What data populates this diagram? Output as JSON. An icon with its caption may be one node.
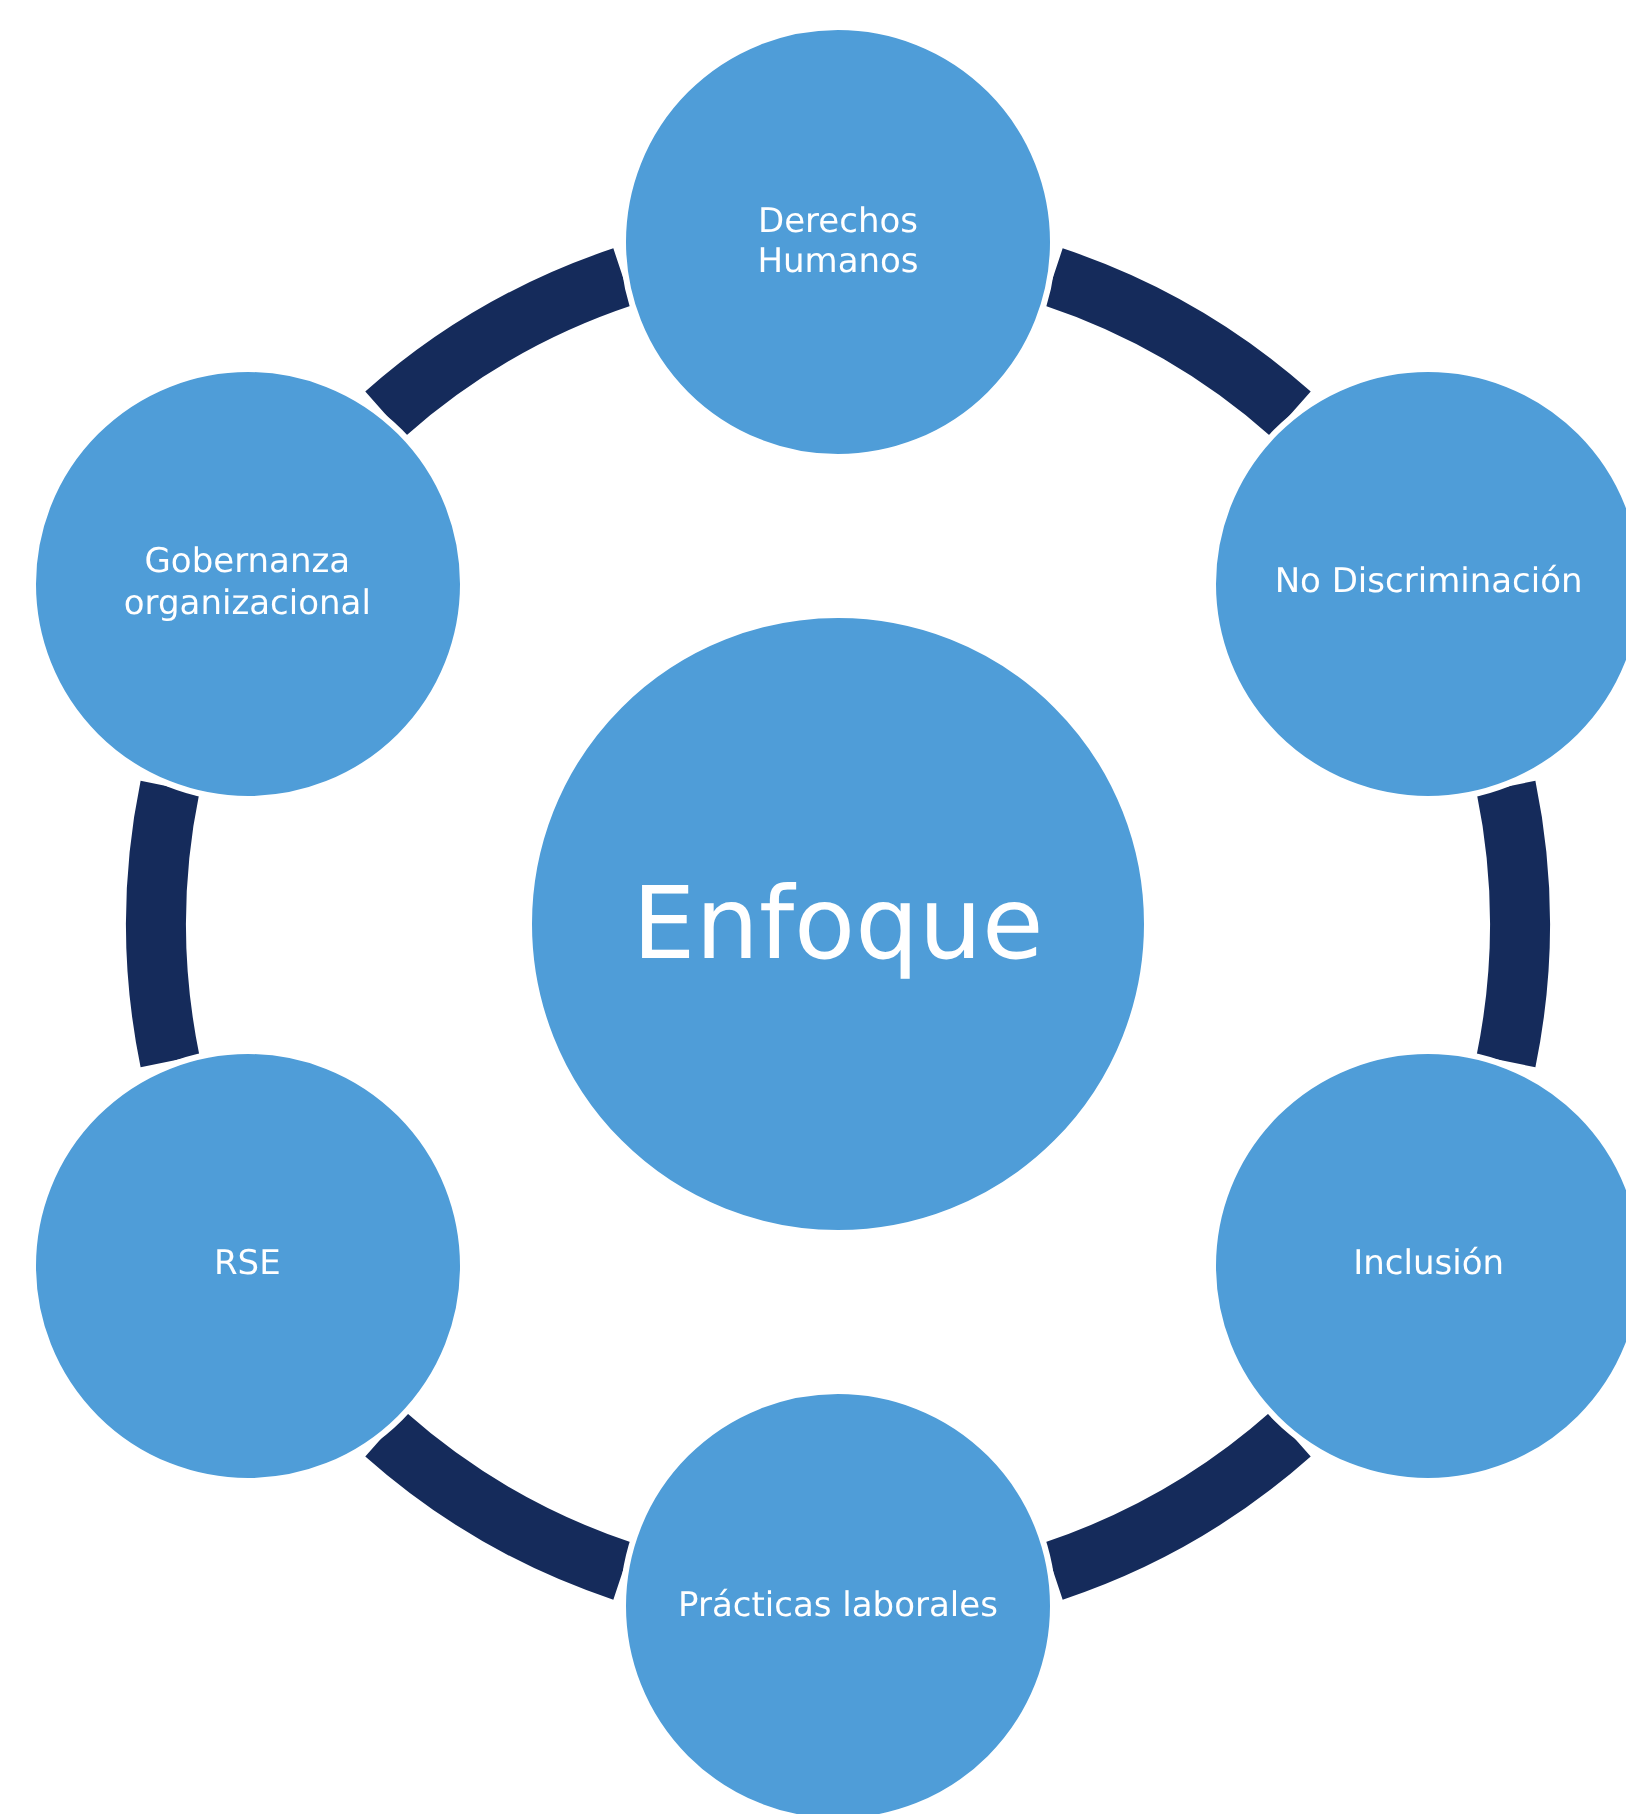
{
  "diagram": {
    "nodes": [
      {
        "text": [
          "Derechos Humanos"
        ]
      },
      {
        "text": [
          "No Discriminación"
        ]
      },
      {
        "text": [
          "Inclusión"
        ]
      },
      {
        "text": [
          "Prácticas laborales"
        ]
      },
      {
        "text": [
          "RSE"
        ]
      },
      {
        "text": [
          "Gobernanza organizacional"
        ]
      },
      {
        "text": [
          "Enfoque"
        ]
      }
    ],
    "edges": [
      {
        "from": 0,
        "to": 1,
        "arrow": "none"
      },
      {
        "from": 1,
        "to": 2,
        "arrow": "none"
      },
      {
        "from": 2,
        "to": 3,
        "arrow": "none"
      },
      {
        "from": 3,
        "to": 4,
        "arrow": "none"
      },
      {
        "from": 4,
        "to": 5,
        "arrow": "none"
      },
      {
        "from": 5,
        "to": 0,
        "arrow": "none"
      }
    ]
  }
}
